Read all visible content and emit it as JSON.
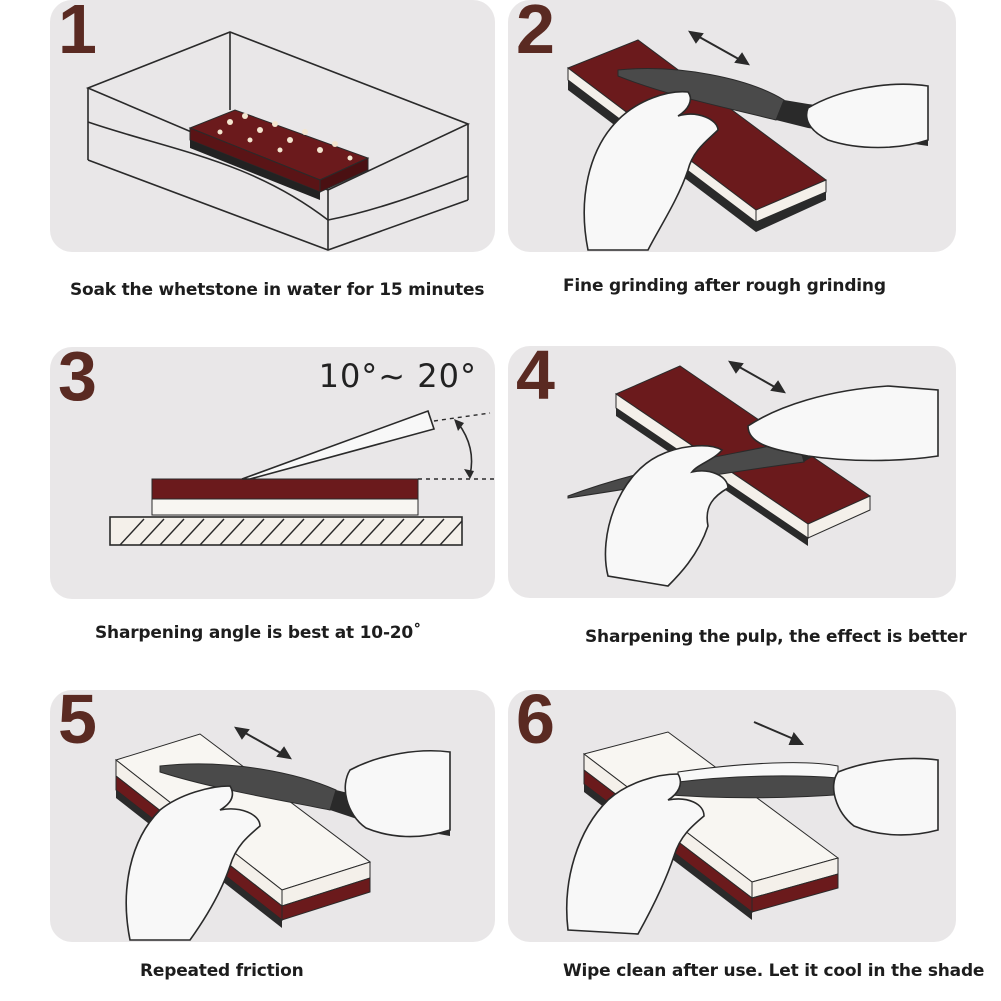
{
  "steps": [
    {
      "number": "1",
      "caption": "Soak the whetstone in water for 15 minutes"
    },
    {
      "number": "2",
      "caption": "Fine grinding after rough grinding"
    },
    {
      "number": "3",
      "caption": "Sharpening angle is best at 10-20˚",
      "angle_label": "10°~ 20°"
    },
    {
      "number": "4",
      "caption": "Sharpening the pulp, the effect is better"
    },
    {
      "number": "5",
      "caption": "Repeated friction"
    },
    {
      "number": "6",
      "caption": "Wipe clean after use. Let it cool in the shade"
    }
  ],
  "colors": {
    "panel_bg": "#e9e7e8",
    "number": "#5a2a22",
    "stone": "#6b1a1c",
    "line": "#2a2a2a"
  }
}
